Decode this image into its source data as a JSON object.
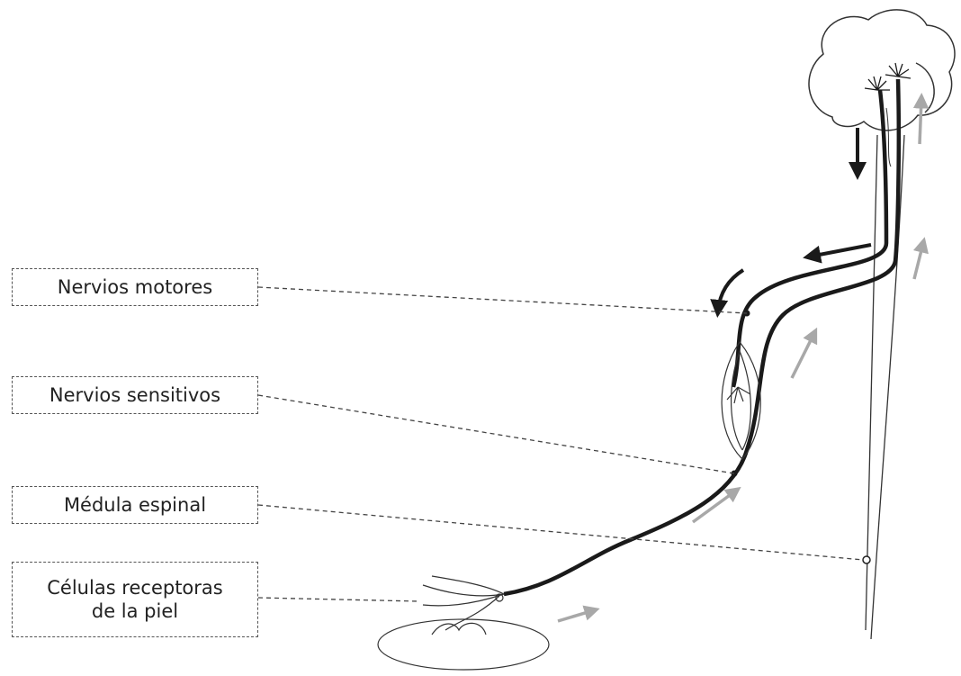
{
  "labels": {
    "nervios_motores": "Nervios motores",
    "nervios_sensitivos": "Nervios sensitivos",
    "medula_espinal": "Médula espinal",
    "celulas_receptoras_line1": "Células receptoras",
    "celulas_receptoras_line2": "de la piel"
  },
  "colors": {
    "ink": "#1a1a1a",
    "gray_arrow": "#9a9a9a",
    "leader": "#444444"
  }
}
